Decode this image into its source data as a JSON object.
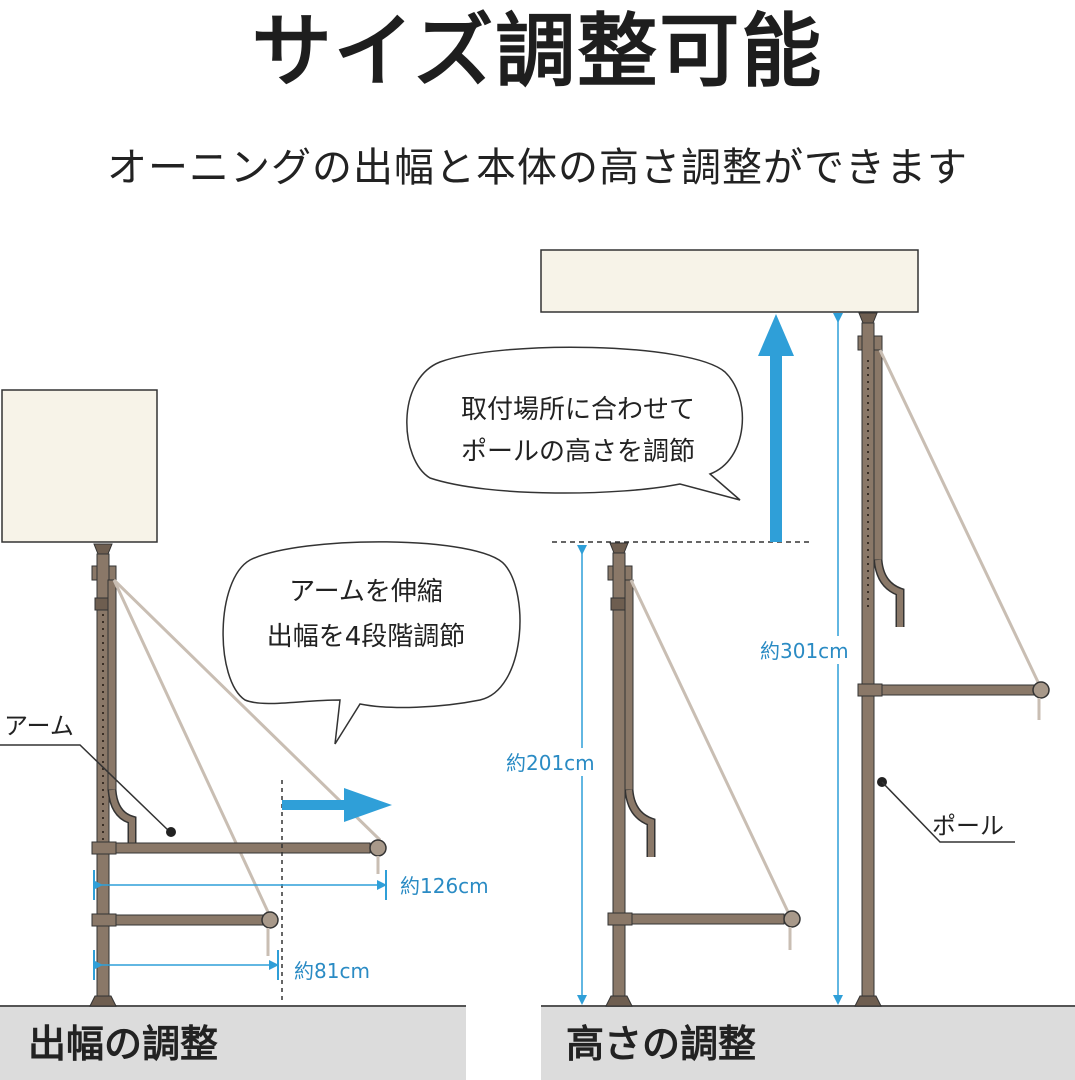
{
  "title": "サイズ調整可能",
  "subtitle": "オーニングの出幅と本体の高さ調整ができます",
  "left_panel": {
    "bubble_line1": "アームを伸縮",
    "bubble_line2": "出幅を4段階調節",
    "arm_label": "アーム",
    "dim_long": "約126cm",
    "dim_short": "約81cm",
    "footer": "出幅の調整"
  },
  "right_panel": {
    "bubble_line1": "取付場所に合わせて",
    "bubble_line2": "ポールの高さを調節",
    "pole_label": "ポール",
    "dim_low": "約201cm",
    "dim_high": "約301cm",
    "footer": "高さの調整"
  },
  "colors": {
    "pole": "#8a7868",
    "pole_dark": "#5a4b3e",
    "accent_blue": "#2f9fd8",
    "wall": "#f7f3e8",
    "floor": "#dcdcdc",
    "rope": "#c9beb3"
  }
}
